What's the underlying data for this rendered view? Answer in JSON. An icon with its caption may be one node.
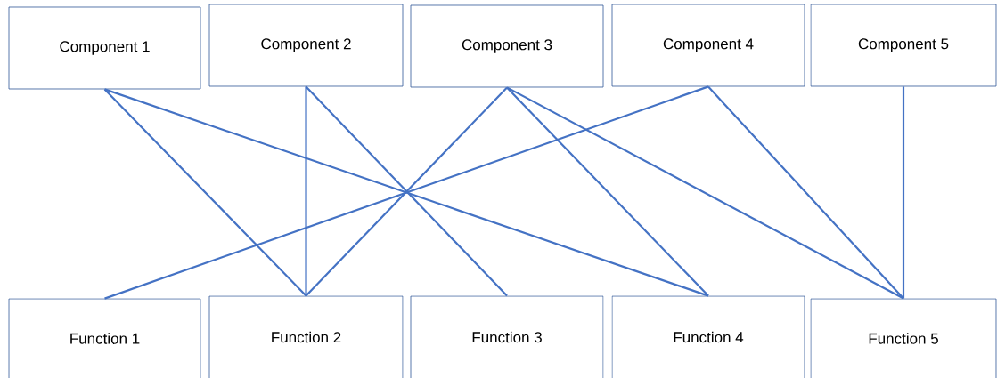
{
  "diagram": {
    "nodes": [
      {
        "text": [
          "Component 1"
        ]
      },
      {
        "text": [
          "Component 2"
        ]
      },
      {
        "text": [
          "Component 3"
        ]
      },
      {
        "text": [
          "Component 4"
        ]
      },
      {
        "text": [
          "Component 5"
        ]
      },
      {
        "text": [
          "Function 1"
        ]
      },
      {
        "text": [
          "Function 2"
        ]
      },
      {
        "text": [
          "Function 3"
        ]
      },
      {
        "text": [
          "Function 4"
        ]
      },
      {
        "text": [
          "Function 5"
        ]
      }
    ],
    "edges": [
      {
        "from": 0,
        "to": 6,
        "arrow": "none"
      },
      {
        "from": 0,
        "to": 8,
        "arrow": "none"
      },
      {
        "from": 1,
        "to": 6,
        "arrow": "none"
      },
      {
        "from": 1,
        "to": 7,
        "arrow": "none"
      },
      {
        "from": 2,
        "to": 6,
        "arrow": "none"
      },
      {
        "from": 2,
        "to": 8,
        "arrow": "none"
      },
      {
        "from": 2,
        "to": 9,
        "arrow": "none"
      },
      {
        "from": 3,
        "to": 5,
        "arrow": "none"
      },
      {
        "from": 3,
        "to": 9,
        "arrow": "none"
      },
      {
        "from": 4,
        "to": 9,
        "arrow": "none"
      }
    ]
  }
}
